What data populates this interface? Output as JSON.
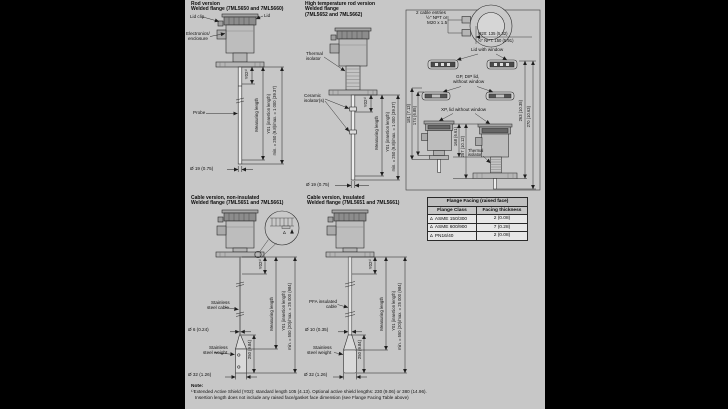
{
  "rod": {
    "title_l1": "Rod version",
    "title_l2": "Welded flange (7ML5650 and 7ML5660)",
    "lbl_lid_clip": "Lid clip",
    "lbl_lid": "Lid",
    "lbl_electronics_l1": "Electronics/",
    "lbl_electronics_l2": "enclosure",
    "lbl_probe": "Probe",
    "dim_y02": "Y02¹⁾",
    "dim_measuring": "Measuring length",
    "dim_y01_l1": "Y01 (insertion length)",
    "dim_y01_l2": "min. = 250 (9.8)/max. = 1 000 (39.37)",
    "dim_dia": "Ø 19 (0.75)"
  },
  "high_temp": {
    "title_l1": "High temperature rod version",
    "title_l2": "Welded flange",
    "title_l3": "(7ML5652 and 7ML5662)",
    "lbl_thermal_l1": "Thermal",
    "lbl_thermal_l2": "isolator",
    "lbl_ceramic_l1": "Ceramic",
    "lbl_ceramic_l2": "isolator(s)",
    "dim_y02": "Y02¹⁾",
    "dim_measuring": "Measuring length",
    "dim_y01_l1": "Y01 (insertion length)",
    "dim_y01_l2": "min. = 250 (9.8)/max. = 1 000 (39.37)",
    "dim_dia": "Ø 19 (0.75)"
  },
  "detail": {
    "lbl_entries_l1": "2 cable entries",
    "lbl_entries_l2": "½\" NPT or",
    "lbl_entries_l3": "M20 x 1.5",
    "dim_m20": "M20: 135 (5.32)",
    "dim_npt": "½\" NPT: 150 (5.91)",
    "lbl_lid_window": "Lid with window",
    "lbl_gp_l1": "GP, DIP lid,",
    "lbl_gp_l2": "without window",
    "lbl_xp": "XP, lid without window",
    "lbl_thermal_l1": "Thermal",
    "lbl_thermal_l2": "isolator",
    "dim_181": "181 (7.13)",
    "dim_174": "174 (6.85)",
    "dim_168": "168 (6.61)",
    "dim_257": "257 (10.12)",
    "dim_263": "263 (10.35)",
    "dim_270": "270 (10.63)"
  },
  "cable_non": {
    "title_l1": "Cable version, non-insulated",
    "title_l2": "Welded flange (7ML5651 and 7ML5661)",
    "lbl_cable_l1": "Stainless",
    "lbl_cable_l2": "steel cable",
    "lbl_weight_l1": "Stainless",
    "lbl_weight_l2": "steel weight",
    "dim_dia_cable": "Ø 6 (0.24)",
    "dim_dia_weight": "Ø 32 (1.26)",
    "detail_symbol": "Δ",
    "dim_250": "250 (9.84)",
    "dim_y02": "Y02¹⁾",
    "dim_measuring": "Measuring length",
    "dim_y01_l1": "Y01 (insertion length)",
    "dim_y01_l2": "min. = 550 (20)/max. = 25 000 (984)"
  },
  "cable_ins": {
    "title_l1": "Cable version, insulated",
    "title_l2": "Welded flange (7ML5651 and 7ML5661)",
    "lbl_cable_l1": "PFA insulated",
    "lbl_cable_l2": "cable",
    "lbl_weight_l1": "Stainless",
    "lbl_weight_l2": "steel weight",
    "dim_dia_cable": "Ø 10 (0.35)",
    "dim_dia_weight": "Ø 32 (1.26)",
    "dim_250": "250 (9.84)",
    "dim_y02": "Y02¹⁾",
    "dim_measuring": "Measuring length",
    "dim_y01_l1": "Y01 (insertion length)",
    "dim_y01_l2": "min. = 550 (20)/max. = 25 000 (984)"
  },
  "table": {
    "title": "Flange Facing (raised face)",
    "col_class": "Flange Class",
    "col_thickness": "Facing thickness",
    "rows": [
      {
        "marker": "Δ",
        "cls": "ASME 150/300",
        "thickness": "2 (0.08)"
      },
      {
        "marker": "Δ",
        "cls": "ASME 600/900",
        "thickness": "7 (0.28)"
      },
      {
        "marker": "Δ",
        "cls": "PN16/40",
        "thickness": "2 (0.08)"
      }
    ]
  },
  "note": {
    "heading": "Note:",
    "line1": "¹⁾Extended Active Shield (Y02): standard length 105 (4.13). Optional active shield lengths: 230 (9.06) or 380 (14.96).",
    "line2": "Insertion length does not include any raised face/gasket face dimension (see Flange Facing Table above)"
  }
}
